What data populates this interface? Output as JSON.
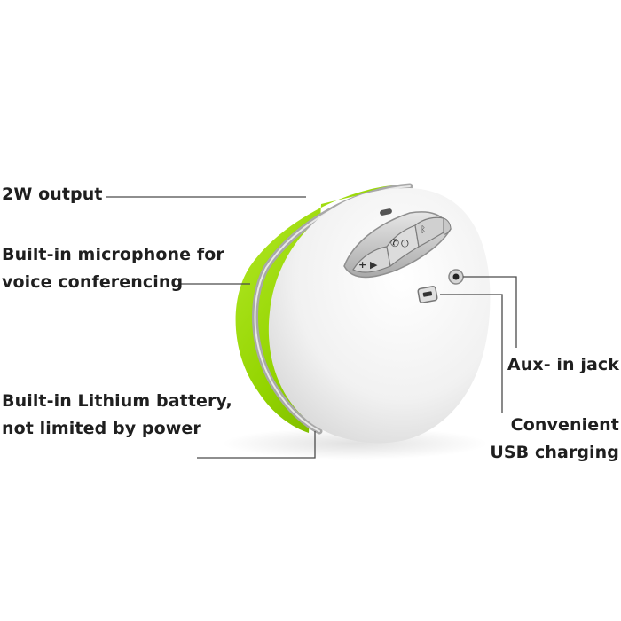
{
  "annotations": {
    "output": [
      "2W output"
    ],
    "microphone": [
      "Built-in microphone for",
      "voice conferencing"
    ],
    "battery": [
      "Built-in Lithium battery,",
      "not limited by power"
    ],
    "aux": [
      "Aux- in jack"
    ],
    "usb": [
      "Convenient",
      "USB charging"
    ]
  },
  "colors": {
    "shell_green": "#93d400",
    "body_white": "#f2f2f2",
    "trim_silver": "#9a9a9a",
    "button_panel": "#cfcfcf",
    "leader_line": "#4a4a4a",
    "label_text": "#1f1f1f"
  }
}
